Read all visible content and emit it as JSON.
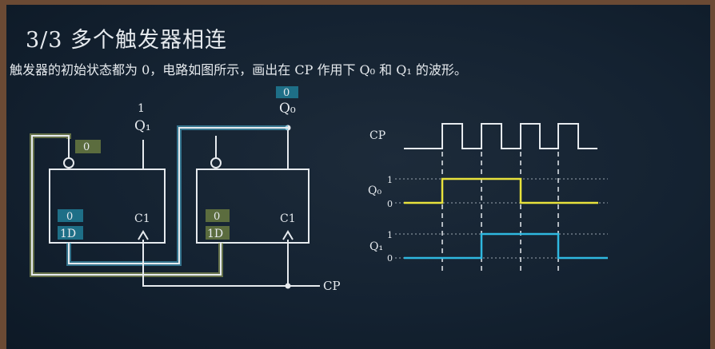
{
  "slide": {
    "title": "3/3 多个触发器相连",
    "subtitle": "触发器的初始状态都为 0，电路如图所示，画出在 CP 作用下 Q₀ 和 Q₁ 的波形。"
  },
  "circuit": {
    "ff1": {
      "out_value": "1",
      "out_label": "Q₁",
      "q_state": "0",
      "d_state": "0",
      "d_label": "1D",
      "clk_label": "C1"
    },
    "ff0": {
      "out_value": "0",
      "out_label": "Q₀",
      "d_state": "0",
      "d_label": "1D",
      "clk_label": "C1"
    },
    "cp_label": "CP"
  },
  "waveform": {
    "cp_label": "CP",
    "q0_label": "Q₀",
    "q1_label": "Q₁",
    "high": "1",
    "low": "0",
    "colors": {
      "q0": "#e8e23c",
      "q1": "#2fb8e0",
      "cp": "#e6eaee"
    }
  }
}
